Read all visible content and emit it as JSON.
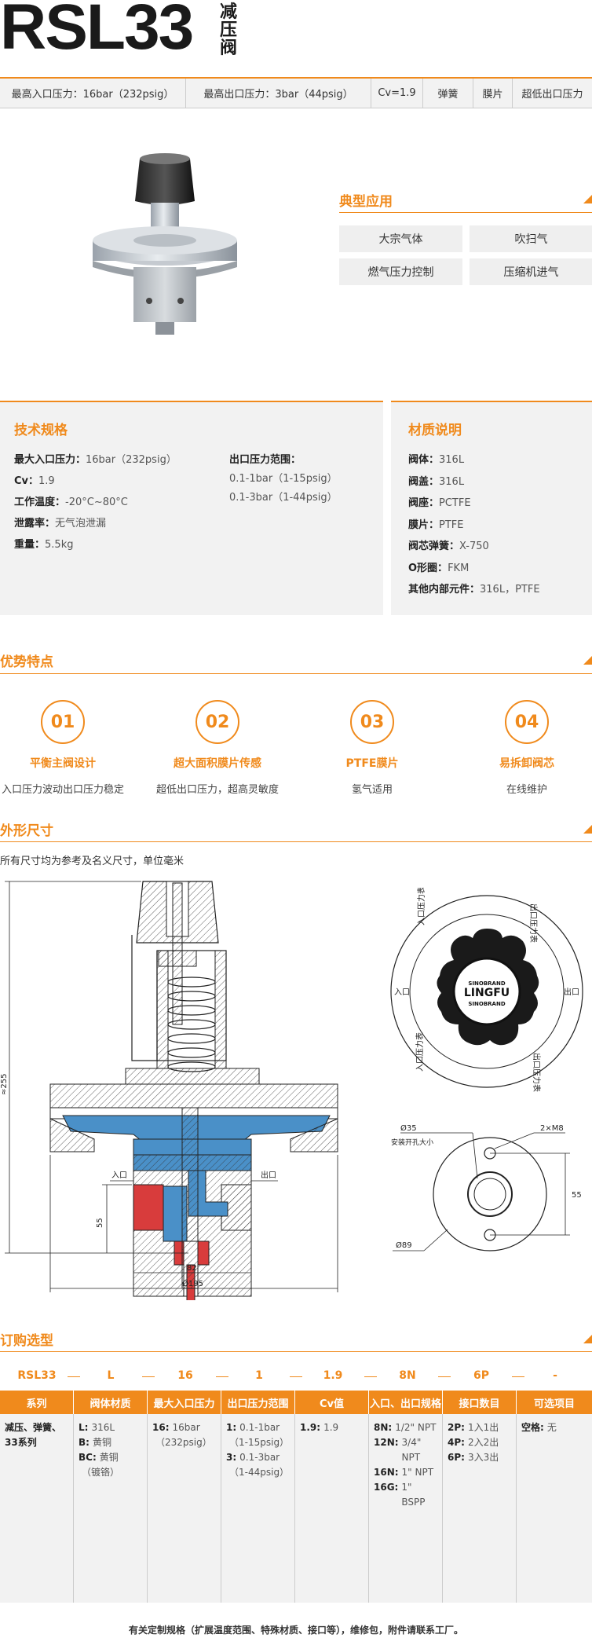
{
  "header": {
    "model": "RSL33",
    "subtitle": "减压阀"
  },
  "spec_bar": [
    {
      "label": "最高入口压力：16bar（232psig）",
      "w": 237
    },
    {
      "label": "最高出口压力：3bar（44psig）",
      "w": 236
    },
    {
      "label": "Cv=1.9",
      "w": 66
    },
    {
      "label": "弹簧",
      "w": 64
    },
    {
      "label": "膜片",
      "w": 50
    },
    {
      "label": "超低出口压力",
      "w": 101
    }
  ],
  "applications": {
    "title": "典型应用",
    "items": [
      "大宗气体",
      "吹扫气",
      "燃气压力控制",
      "压缩机进气"
    ]
  },
  "tech": {
    "title": "技术规格",
    "left": [
      {
        "k": "最大入口压力：",
        "v": "16bar（232psig）"
      },
      {
        "k": "Cv：",
        "v": "1.9"
      },
      {
        "k": "工作温度：",
        "v": "-20°C~80°C"
      },
      {
        "k": "泄露率：",
        "v": "无气泡泄漏"
      },
      {
        "k": "重量：",
        "v": "5.5kg"
      }
    ],
    "right_title": "出口压力范围：",
    "right": [
      "0.1-1bar（1-15psig）",
      "0.1-3bar（1-44psig）"
    ]
  },
  "materials": {
    "title": "材质说明",
    "items": [
      {
        "k": "阀体：",
        "v": "316L"
      },
      {
        "k": "阀盖：",
        "v": "316L"
      },
      {
        "k": "阀座：",
        "v": "PCTFE"
      },
      {
        "k": "膜片：",
        "v": "PTFE"
      },
      {
        "k": "阀芯弹簧：",
        "v": "X-750"
      },
      {
        "k": "O形圈：",
        "v": "FKM"
      },
      {
        "k": "其他内部元件：",
        "v": "316L，PTFE"
      }
    ]
  },
  "features": {
    "title": "优势特点",
    "items": [
      {
        "num": "01",
        "title": "平衡主阀设计",
        "desc": "入口压力波动出口压力稳定"
      },
      {
        "num": "02",
        "title": "超大面积膜片传感",
        "desc": "超低出口压力，超高灵敏度"
      },
      {
        "num": "03",
        "title": "PTFE膜片",
        "desc": "氢气适用"
      },
      {
        "num": "04",
        "title": "易拆卸阀芯",
        "desc": "在线维护"
      }
    ]
  },
  "dimensions": {
    "title": "外形尺寸",
    "note": "所有尺寸均为参考及名义尺寸，单位毫米",
    "labels": {
      "height": "≈255",
      "inlet": "入口",
      "outlet": "出口",
      "h55": "55",
      "w82": "82",
      "d195": "Ø195",
      "d35": "Ø35",
      "hole": "安装开孔大小",
      "m8": "2×M8",
      "h55b": "55",
      "d89": "Ø89",
      "brand": "LINGFU",
      "brand_sub": "SINOBRAND",
      "gauge_in": "入口压力表",
      "gauge_out": "出口压力表"
    }
  },
  "ordering": {
    "title": "订购选型",
    "code": [
      "RSL33",
      "L",
      "16",
      "1",
      "1.9",
      "8N",
      "6P",
      "-"
    ],
    "headers": [
      "系列",
      "阀体材质",
      "最大入口压力",
      "出口压力范围",
      "Cv值",
      "入口、出口规格",
      "接口数目",
      "可选项目"
    ],
    "series": [
      "减压、弹簧、",
      "33系列"
    ],
    "body_materials": [
      {
        "k": "L:",
        "v": "316L"
      },
      {
        "k": "B:",
        "v": "黄铜"
      },
      {
        "k": "BC:",
        "v": "黄铜"
      },
      {
        "k": "",
        "v": "（镀铬）"
      }
    ],
    "max_inlet": [
      {
        "k": "16:",
        "v": "16bar"
      },
      {
        "k": "",
        "v": "（232psig）"
      }
    ],
    "outlet_range": [
      {
        "k": "1:",
        "v": "0.1-1bar"
      },
      {
        "k": "",
        "v": "（1-15psig）"
      },
      {
        "k": "3:",
        "v": "0.1-3bar"
      },
      {
        "k": "",
        "v": "（1-44psig）"
      }
    ],
    "cv": [
      {
        "k": "1.9:",
        "v": "1.9"
      }
    ],
    "ports": [
      {
        "k": "8N:",
        "v": "1/2\" NPT"
      },
      {
        "k": "12N:",
        "v": "3/4\" NPT"
      },
      {
        "k": "16N:",
        "v": "1\" NPT"
      },
      {
        "k": "16G:",
        "v": "1\" BSPP"
      }
    ],
    "port_count": [
      {
        "k": "2P:",
        "v": "1入1出"
      },
      {
        "k": "4P:",
        "v": "2入2出"
      },
      {
        "k": "6P:",
        "v": "3入3出"
      }
    ],
    "options": [
      {
        "k": "空格:",
        "v": "无"
      }
    ]
  },
  "footnote": "有关定制规格（扩展温度范围、特殊材质、接口等），维修包，附件请联系工厂。"
}
